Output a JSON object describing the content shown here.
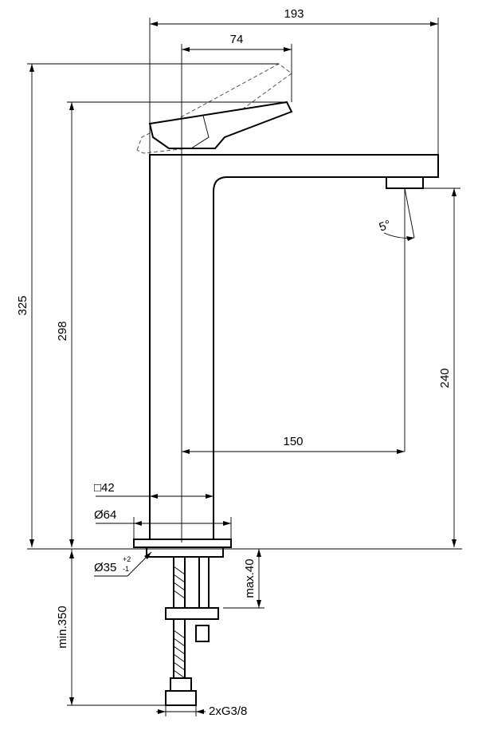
{
  "dimensions": {
    "overall_width": "193",
    "lever_reach": "74",
    "total_height": "325",
    "body_height": "298",
    "spout_height": "240",
    "spout_reach": "150",
    "body_square": "□42",
    "base_diameter": "Ø64",
    "hole_diameter": "Ø35",
    "hole_tol_plus": "+2",
    "hole_tol_minus": "-1",
    "max_thickness": "max.40",
    "min_hose": "min.350",
    "connection": "2xG3/8",
    "spray_angle": "5°"
  }
}
